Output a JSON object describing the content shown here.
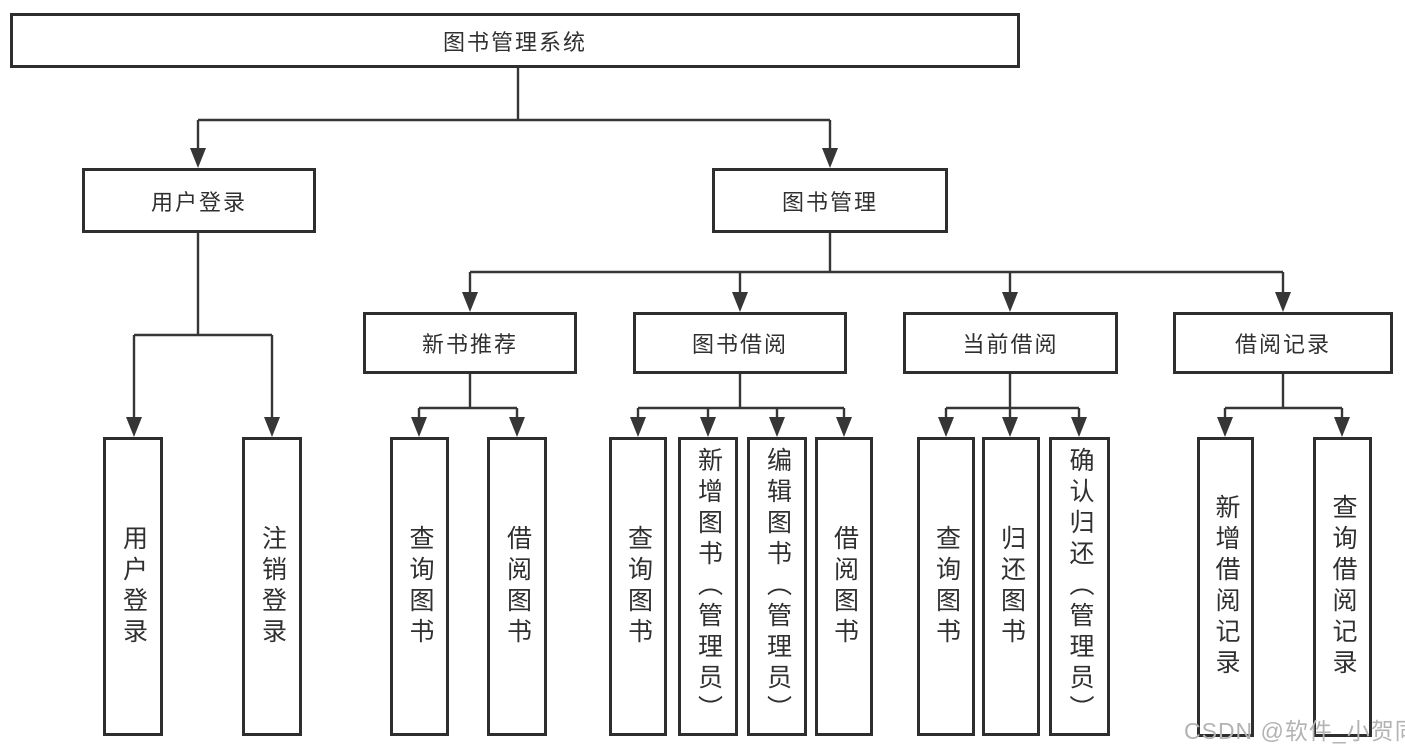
{
  "tree": {
    "label": "图书管理系统",
    "children": [
      {
        "label": "用户登录",
        "children": [
          {
            "label": "用户登录"
          },
          {
            "label": "注销登录"
          }
        ]
      },
      {
        "label": "图书管理",
        "children": [
          {
            "label": "新书推荐",
            "children": [
              {
                "label": "查询图书"
              },
              {
                "label": "借阅图书"
              }
            ]
          },
          {
            "label": "图书借阅",
            "children": [
              {
                "label": "查询图书"
              },
              {
                "label": "新增图书（管理员）"
              },
              {
                "label": "编辑图书（管理员）"
              },
              {
                "label": "借阅图书"
              }
            ]
          },
          {
            "label": "当前借阅",
            "children": [
              {
                "label": "查询图书"
              },
              {
                "label": "归还图书"
              },
              {
                "label": "确认归还（管理员）"
              }
            ]
          },
          {
            "label": "借阅记录",
            "children": [
              {
                "label": "新增借阅记录"
              },
              {
                "label": "查询借阅记录"
              }
            ]
          }
        ]
      }
    ]
  },
  "watermark": {
    "text": "CSDN @软件_小贺同学"
  },
  "colors": {
    "line": "#363636",
    "border": "#2e2e2e",
    "text": "#303030",
    "background": "#ffffff",
    "watermark": "#b3b3b3"
  }
}
